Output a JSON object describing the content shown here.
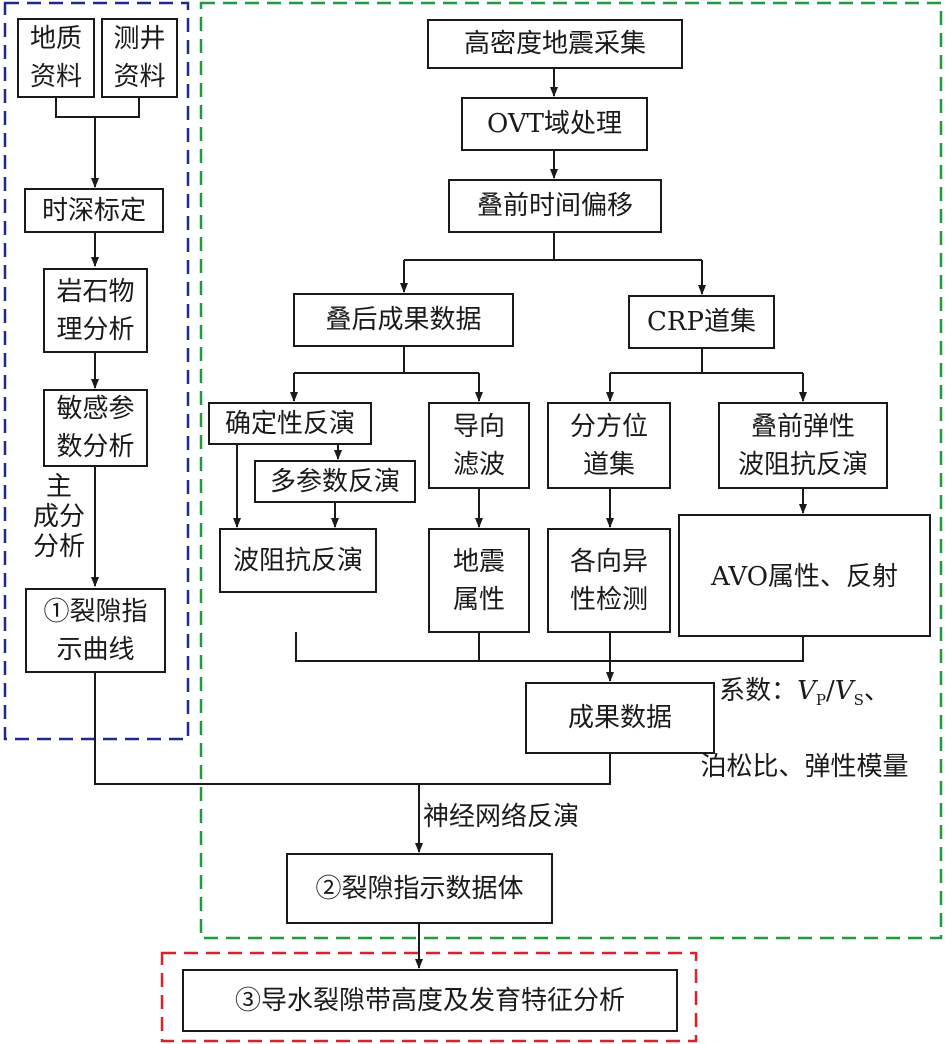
{
  "colors": {
    "line": "#1a1a1a",
    "region_1": "#1f2a8c",
    "region_2": "#1f9a3c",
    "region_3": "#d9232a"
  },
  "nodes": {
    "geology_data": "地质\n资料",
    "well_data": "测井\n资料",
    "time_depth": "时深标定",
    "rock_physics": "岩石物\n理分析",
    "sensitive_params": "敏感参\n数分析",
    "fracture_curve": "①裂隙指\n示曲线",
    "hd_seismic": "高密度地震采集",
    "ovt": "OVT域处理",
    "prestack_migration": "叠前时间偏移",
    "poststack_data": "叠后成果数据",
    "crp_gathers": "CRP道集",
    "deterministic_inv": "确定性反演",
    "multiparam_inv": "多参数反演",
    "impedance_inv": "波阻抗反演",
    "guided_filter": "导向\n滤波",
    "seismic_attr": "地震\n属性",
    "azimuth_gathers": "分方位\n道集",
    "anisotropy": "各向异\n性检测",
    "prestack_elastic": "叠前弹性\n波阻抗反演",
    "avo_line1": "AVO属性、反射",
    "avo_line2_prefix": "系数：",
    "avo_vp": "V",
    "avo_vp_sub": "P",
    "avo_slash": "/",
    "avo_vs": "V",
    "avo_vs_sub": "S",
    "avo_line2_suffix": "、",
    "avo_line3": "泊松比、弹性模量",
    "result_data": "成果数据",
    "fracture_volume": "②裂隙指示数据体",
    "final_analysis": "③导水裂隙带高度及发育特征分析"
  },
  "labels": {
    "pca": "主\n成分\n分析",
    "neural_net": "神经网络反演"
  }
}
